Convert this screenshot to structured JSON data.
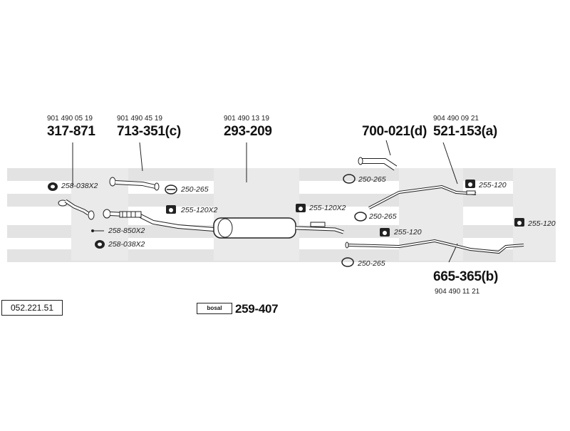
{
  "catalog_number": "052.221.51",
  "brand_logo_text": "bosal",
  "kit_number": "259-407",
  "parts": {
    "front_pipe": {
      "oem": "901 490 05 19",
      "number": "317-871"
    },
    "intermediate_pipe": {
      "oem": "901 490 45 19",
      "number": "713-351(c)"
    },
    "middle_silencer": {
      "oem": "901 490 13 19",
      "number": "293-209"
    },
    "tail_pipe_a": {
      "oem": "904 490 09 21",
      "number": "521-153(a)"
    },
    "tail_pipe_b": {
      "oem": "904 490 11 21",
      "number": "665-365(b)"
    },
    "end_piece_d": {
      "number": "700-021(d)"
    }
  },
  "fittings": {
    "gasket_top": "258-038X2",
    "bolt": "258-850X2",
    "gasket_bottom": "258-038X2",
    "clamp_front": "250-265",
    "mount_front": "255-120X2",
    "mount_mid": "255-120X2",
    "clamp_mid": "250-265",
    "clamp_upper": "250-265",
    "clamp_lower": "250-265",
    "mount_tail_upper": "255-120",
    "mount_tail_mid": "255-120",
    "mount_tail_right": "255-120"
  },
  "colors": {
    "watermark": "#e3e3e3",
    "line": "#222222"
  }
}
